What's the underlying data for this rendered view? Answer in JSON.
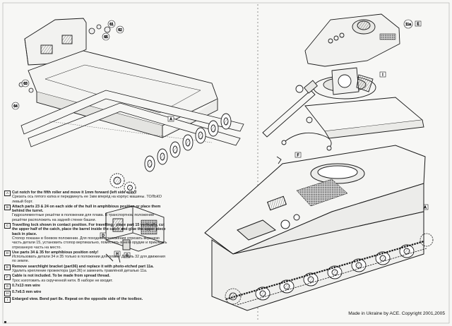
{
  "notes": [
    {
      "key": "A",
      "en": "Cut notch for the fifth roller and move it 1mm forward (left side only)!",
      "ru": "Срезать ось пятого катка и передвинуть ее 1мм вперёд на корпус машины. ТОЛЬКО левый борт."
    },
    {
      "key": "B",
      "en": "Attach parts 23 & 24 on each side of the hull in amphibious position or place them behind the turret.",
      "ru": "Гидроэлементные решётки в положении для плава. В транспортном положении решётки расположить на задней стенке башни."
    },
    {
      "key": "C",
      "en": "Travelling lock shown in contact position. For travelling - place part 15 vertically, cut the upper half of the catch, place the barrel inside the catch and glue the upper piece back in place.",
      "ru": "Стопор показан в боевом положении. Для походного положения отрезать верхнюю часть детали 15, установить стопор вертикально, поместить в него орудие и приклеить отрезанную часть на место."
    },
    {
      "key": "D",
      "en": "Use parts 34 & 35 for amphibious position only!",
      "ru": "Использовать детали 34 и 35 только в положении для плава. Деталь 32 для движения по земле."
    },
    {
      "key": "E",
      "en": "Remove searchlight bracket (part36) and replace it with photo-etched part 11a.",
      "ru": "Удалить крепление прожектора (дет.36) и заменить травлёной деталью 11а."
    },
    {
      "key": "F",
      "en": "Cable is not included. To be made from spread thread.",
      "ru": "Трос изготовить из скрученной нити. В наборе не входит."
    },
    {
      "key": "G",
      "en": "0.7x13 mm wire",
      "ru": ""
    },
    {
      "key": "H",
      "en": "0.7x6.5 mm wire",
      "ru": ""
    },
    {
      "key": "I",
      "en": "Enlarged view. Bend part 8e. Repeat on the opposite side of the toolbox.",
      "ru": ""
    }
  ],
  "callouts": {
    "hull_tub": [
      "61",
      "62",
      "63",
      "64",
      "65"
    ],
    "turret": [
      "11a",
      "E",
      "I",
      "A",
      "F"
    ],
    "insets": [
      "D",
      "H",
      "G",
      "C"
    ]
  },
  "copyright": "Made in Ukraine by ACE. Copyright 2001,2005",
  "colors": {
    "ink": "#1a1a1a",
    "paper": "#f7f7f5",
    "shade": "#c9c9c6",
    "hatch": "#4a4a4a"
  }
}
